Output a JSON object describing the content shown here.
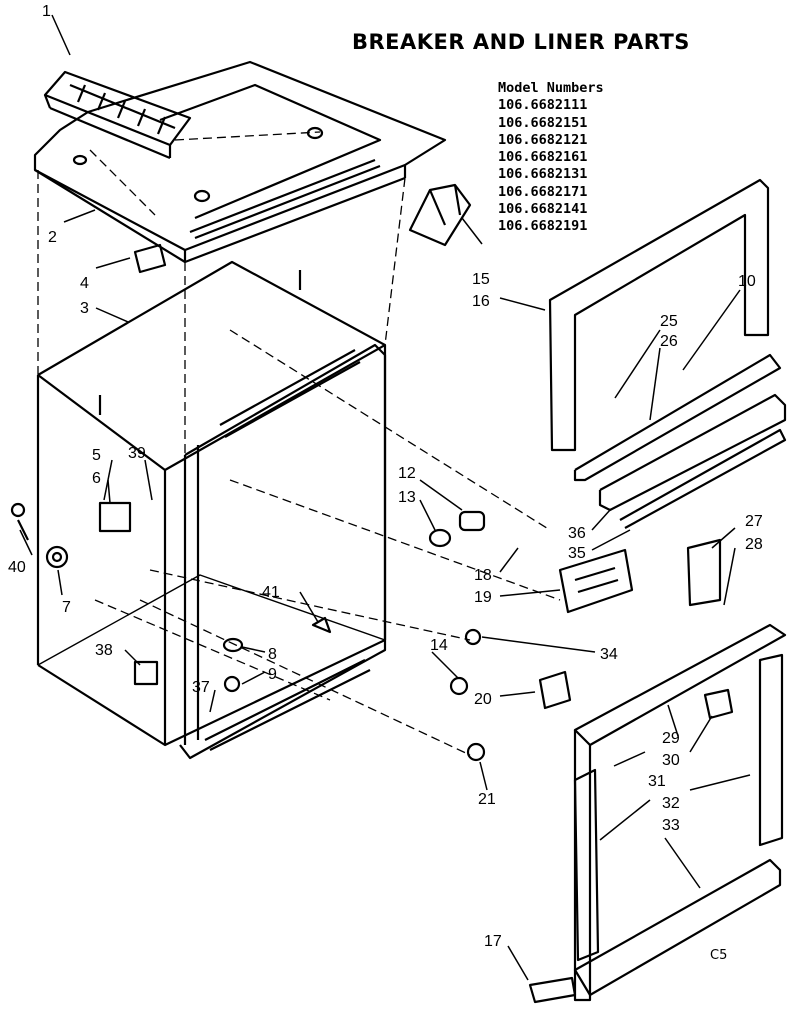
{
  "title": "BREAKER AND LINER PARTS",
  "model_numbers": {
    "heading": "Model Numbers",
    "items": [
      "106.6682111",
      "106.6682151",
      "106.6682121",
      "106.6682161",
      "106.6682131",
      "106.6682171",
      "106.6682141",
      "106.6682191"
    ]
  },
  "part_labels": [
    "1",
    "2",
    "3",
    "4",
    "5",
    "6",
    "7",
    "8",
    "9",
    "10",
    "12",
    "13",
    "14",
    "15",
    "16",
    "17",
    "18",
    "19",
    "20",
    "21",
    "25",
    "26",
    "27",
    "28",
    "29",
    "30",
    "31",
    "32",
    "33",
    "34",
    "35",
    "36",
    "37",
    "38",
    "39",
    "40",
    "41"
  ],
  "diagram_code": "C5"
}
